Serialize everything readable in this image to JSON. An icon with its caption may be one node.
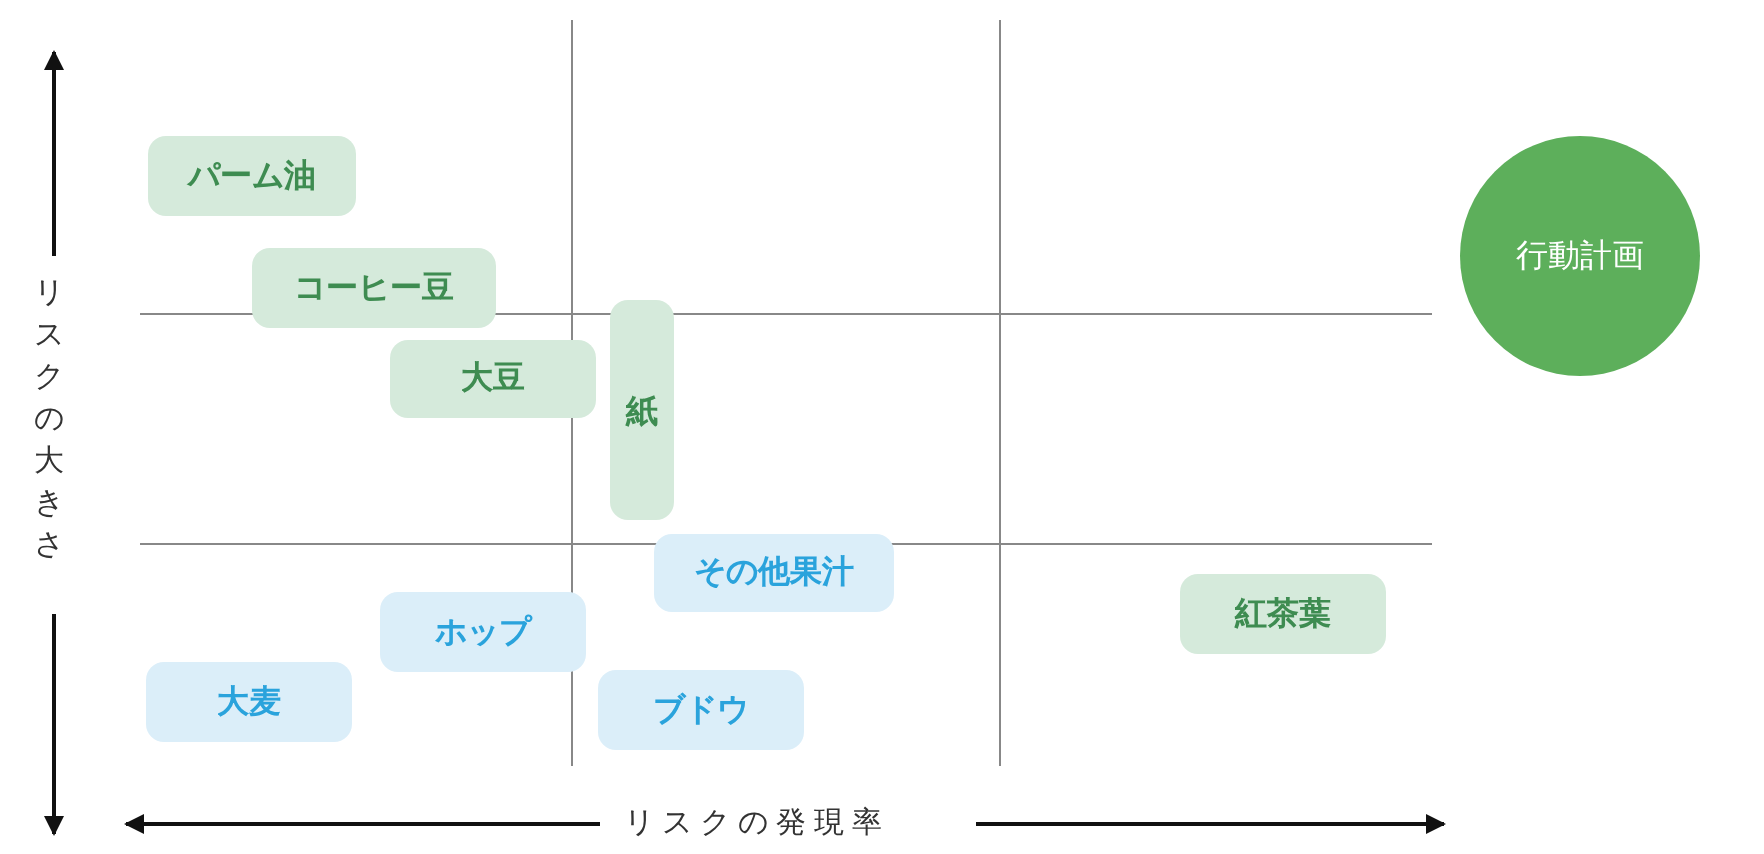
{
  "diagram": {
    "nodes": [
      {
        "text": [
          "パーム油"
        ]
      },
      {
        "text": [
          "コーヒー豆"
        ]
      },
      {
        "text": [
          "大豆"
        ]
      },
      {
        "text": [
          "紙"
        ]
      },
      {
        "text": [
          "その他果汁"
        ]
      },
      {
        "text": [
          "ホップ"
        ]
      },
      {
        "text": [
          "大麦"
        ]
      },
      {
        "text": [
          "ブドウ"
        ]
      },
      {
        "text": [
          "紅茶葉"
        ]
      },
      {
        "text": [
          "行動計画"
        ]
      }
    ],
    "edges": [],
    "labels": [
      "リスクの大きさ",
      "リスクの発現率"
    ]
  }
}
